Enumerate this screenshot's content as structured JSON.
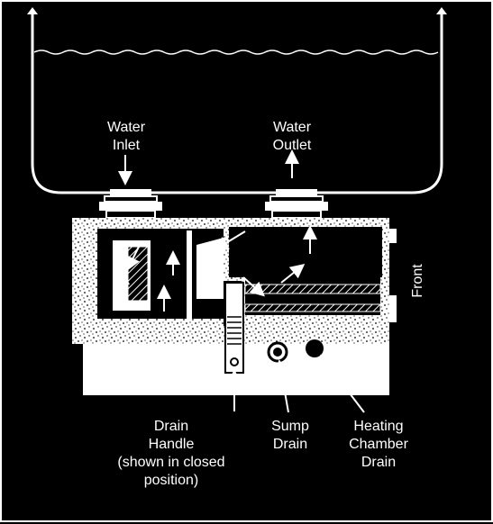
{
  "labels": {
    "water_inlet": [
      "Water",
      "Inlet"
    ],
    "water_outlet": [
      "Water",
      "Outlet"
    ],
    "front": "Front",
    "drain_handle": [
      "Drain",
      "Handle",
      "(shown in closed",
      "position)"
    ],
    "sump_drain": [
      "Sump",
      "Drain"
    ],
    "heating_chamber_drain": [
      "Heating",
      "Chamber",
      "Drain"
    ]
  },
  "colors": {
    "background": "#000000",
    "line": "#ffffff",
    "housing": "#ffffff"
  },
  "icons": [
    "arrow-up-icon",
    "arrow-down-icon",
    "flow-arrow-icon"
  ]
}
